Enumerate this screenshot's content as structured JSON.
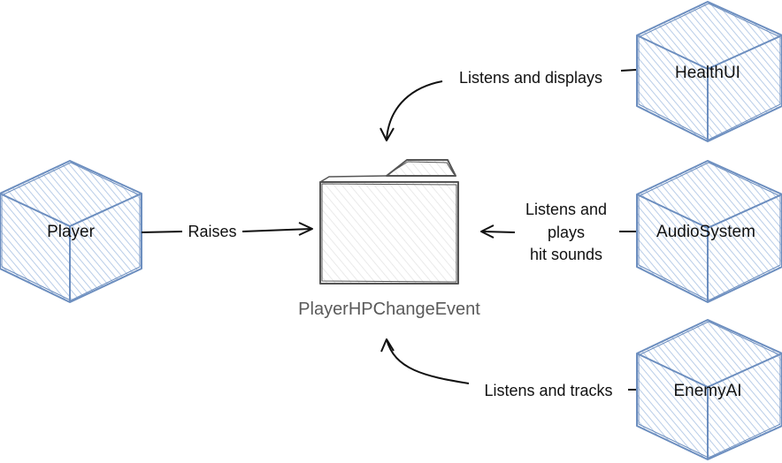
{
  "colors": {
    "cube_stroke": "#6c8ebf",
    "cube_hatch": "#b9cde8",
    "folder_stroke": "#555555",
    "folder_hatch": "#e3e3e3",
    "arrow": "#111111",
    "background": "#ffffff"
  },
  "nodes": {
    "player": "Player",
    "health_ui": "HealthUI",
    "audio_system": "AudioSystem",
    "enemy_ai": "EnemyAI",
    "event": "PlayerHPChangeEvent"
  },
  "edges": {
    "raises": "Raises",
    "listens_displays": "Listens and displays",
    "listens_plays_line1": "Listens and",
    "listens_plays_line2": "plays",
    "listens_plays_line3": "hit sounds",
    "listens_tracks": "Listens and tracks"
  }
}
